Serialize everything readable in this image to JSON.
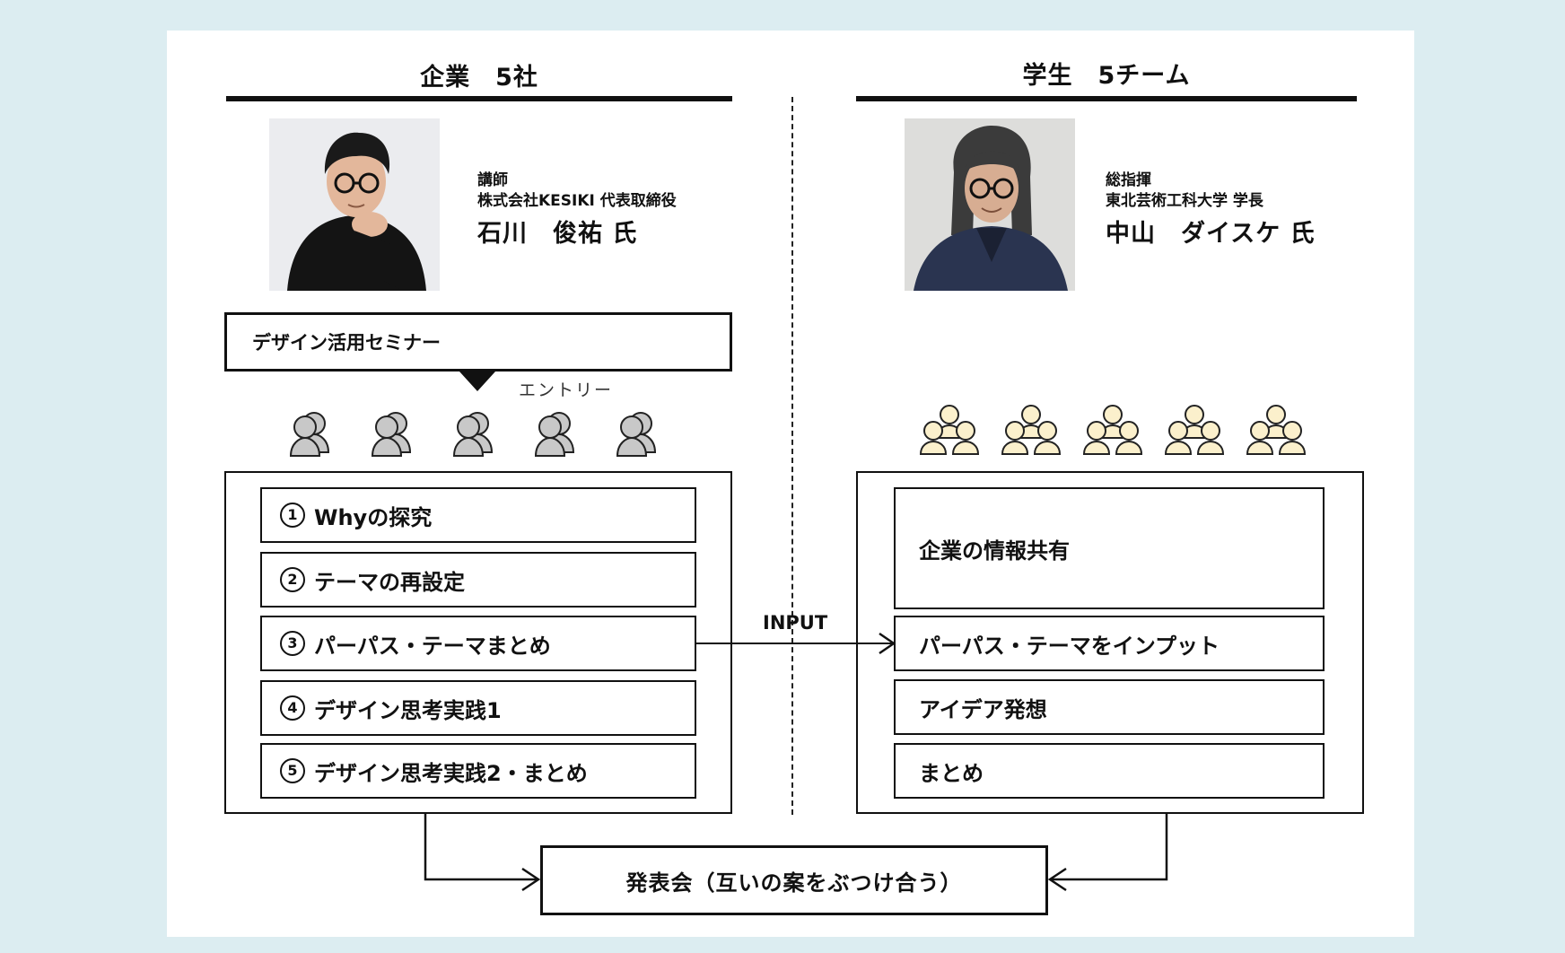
{
  "left_column": {
    "title": "企業　5社",
    "person": {
      "role": "講師",
      "affiliation": "株式会社KESIKI 代表取締役",
      "name": "石川　俊祐 氏"
    },
    "seminar_label": "デザイン活用セミナー",
    "entry_label": "エントリー",
    "group_count": 5,
    "steps": [
      {
        "num": "1",
        "label": "Whyの探究"
      },
      {
        "num": "2",
        "label": "テーマの再設定"
      },
      {
        "num": "3",
        "label": "パーパス・テーマまとめ"
      },
      {
        "num": "4",
        "label": "デザイン思考実践1"
      },
      {
        "num": "5",
        "label": "デザイン思考実践2・まとめ"
      }
    ]
  },
  "right_column": {
    "title": "学生　5チーム",
    "person": {
      "role": "総指揮",
      "affiliation": "東北芸術工科大学 学長",
      "name": "中山　ダイスケ 氏"
    },
    "team_count": 5,
    "steps": [
      {
        "label": "企業の情報共有"
      },
      {
        "label": "パーパス・テーマをインプット"
      },
      {
        "label": "アイデア発想"
      },
      {
        "label": "まとめ"
      }
    ]
  },
  "connector_label": "INPUT",
  "presentation_label": "発表会（互いの案をぶつけ合う）",
  "colors": {
    "background": "#dcedf1",
    "company_icon": "#c8c8c8",
    "student_icon": "#fbf0cc"
  }
}
